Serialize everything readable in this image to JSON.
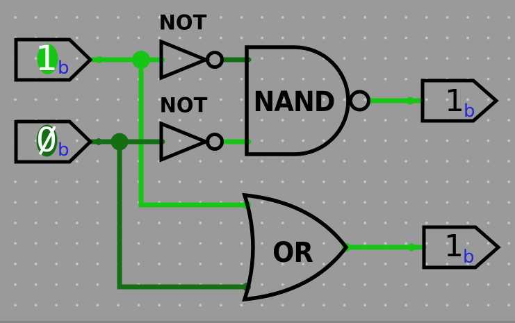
{
  "colors": {
    "background": "#9a9a9a",
    "grid_dot": "#c6c6c6",
    "outline": "#000000",
    "wire_high": "#17c517",
    "wire_low": "#146e14",
    "radix_blue": "#2424dd",
    "input_value_text": "#ffffff",
    "output_value_text": "#000000"
  },
  "inputs": [
    {
      "value": "1",
      "radix": "b",
      "state": "high"
    },
    {
      "value": "0",
      "radix": "b",
      "state": "low"
    }
  ],
  "gates": {
    "not1": {
      "label": "NOT"
    },
    "not2": {
      "label": "NOT"
    },
    "nand": {
      "label": "NAND"
    },
    "or": {
      "label": "OR"
    }
  },
  "outputs": [
    {
      "value": "1",
      "radix": "b"
    },
    {
      "value": "1",
      "radix": "b"
    }
  ]
}
